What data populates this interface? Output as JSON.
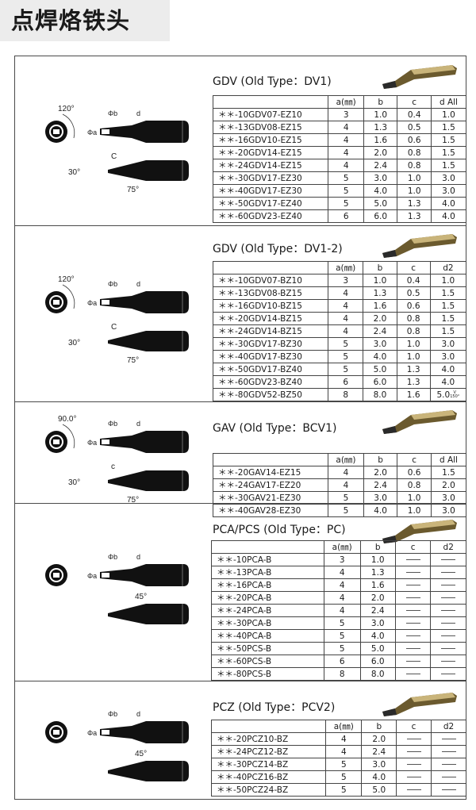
{
  "page_title": "点焊烙铁头",
  "sections": [
    {
      "title": "GDV (Old Type：DV1)",
      "columns": [
        "a(㎜)",
        "b",
        "c",
        "d All"
      ],
      "diagram_labels": {
        "angle_top": "120°",
        "phi_b": "Φb",
        "phi_a": "Φa",
        "d": "d",
        "angle_side": "30°",
        "c": "C",
        "angle_tip": "75°"
      },
      "rows": [
        [
          "＊＊-10GDV07-EZ10",
          "3",
          "1.0",
          "0.4",
          "1.0"
        ],
        [
          "＊＊-13GDV08-EZ15",
          "4",
          "1.3",
          "0.5",
          "1.5"
        ],
        [
          "＊＊-16GDV10-EZ15",
          "4",
          "1.6",
          "0.6",
          "1.5"
        ],
        [
          "＊＊-20GDV14-EZ15",
          "4",
          "2.0",
          "0.8",
          "1.5"
        ],
        [
          "＊＊-24GDV14-EZ15",
          "4",
          "2.4",
          "0.8",
          "1.5"
        ],
        [
          "＊＊-30GDV17-EZ30",
          "5",
          "3.0",
          "1.0",
          "3.0"
        ],
        [
          "＊＊-40GDV17-EZ30",
          "5",
          "4.0",
          "1.0",
          "3.0"
        ],
        [
          "＊＊-50GDV17-EZ40",
          "5",
          "5.0",
          "1.3",
          "4.0"
        ],
        [
          "＊＊-60GDV23-EZ40",
          "6",
          "6.0",
          "1.3",
          "4.0"
        ]
      ]
    },
    {
      "title": "GDV (Old Type：DV1-2)",
      "columns": [
        "a(㎜)",
        "b",
        "c",
        "d2"
      ],
      "diagram_labels": {
        "angle_top": "120°",
        "phi_b": "Φb",
        "phi_a": "Φa",
        "d": "d",
        "angle_side": "30°",
        "c": "C",
        "angle_tip": "75°"
      },
      "rows": [
        [
          "＊＊-10GDV07-BZ10",
          "3",
          "1.0",
          "0.4",
          "1.0"
        ],
        [
          "＊＊-13GDV08-BZ15",
          "4",
          "1.3",
          "0.5",
          "1.5"
        ],
        [
          "＊＊-16GDV10-BZ15",
          "4",
          "1.6",
          "0.6",
          "1.5"
        ],
        [
          "＊＊-20GDV14-BZ15",
          "4",
          "2.0",
          "0.8",
          "1.5"
        ],
        [
          "＊＊-24GDV14-BZ15",
          "4",
          "2.4",
          "0.8",
          "1.5"
        ],
        [
          "＊＊-30GDV17-BZ30",
          "5",
          "3.0",
          "1.0",
          "3.0"
        ],
        [
          "＊＊-40GDV17-BZ30",
          "5",
          "4.0",
          "1.0",
          "3.0"
        ],
        [
          "＊＊-50GDV17-BZ40",
          "5",
          "5.0",
          "1.3",
          "4.0"
        ],
        [
          "＊＊-60GDV23-BZ40",
          "6",
          "6.0",
          "1.3",
          "4.0"
        ],
        [
          "＊＊-80GDV52-BZ50",
          "8",
          "8.0",
          "1.6",
          "5.0"
        ]
      ],
      "last_row_note_top": "V",
      "last_row_note_bottom": "150°"
    },
    {
      "title": "GAV (Old Type：BCV1)",
      "columns": [
        "a(㎜)",
        "b",
        "c",
        "d All"
      ],
      "diagram_labels": {
        "angle_top": "90.0°",
        "phi_b": "Φb",
        "phi_a": "Φa",
        "d": "d",
        "angle_side": "30°",
        "c": "c",
        "angle_tip": "75°"
      },
      "rows": [
        [
          "＊＊-20GAV14-EZ15",
          "4",
          "2.0",
          "0.6",
          "1.5"
        ],
        [
          "＊＊-24GAV17-EZ20",
          "4",
          "2.4",
          "0.8",
          "2.0"
        ],
        [
          "＊＊-30GAV21-EZ30",
          "5",
          "3.0",
          "1.0",
          "3.0"
        ],
        [
          "＊＊-40GAV28-EZ30",
          "5",
          "4.0",
          "1.0",
          "3.0"
        ]
      ]
    },
    {
      "title": "PCA/PCS (Old Type：PC)",
      "columns": [
        "a(㎜)",
        "b",
        "c",
        "d2"
      ],
      "diagram_labels": {
        "phi_b": "Φb",
        "phi_a": "Φa",
        "d": "d",
        "angle_side": "45°"
      },
      "rows": [
        [
          "＊＊-10PCA-B",
          "3",
          "1.0",
          "—",
          "—"
        ],
        [
          "＊＊-13PCA-B",
          "4",
          "1.3",
          "—",
          "—"
        ],
        [
          "＊＊-16PCA-B",
          "4",
          "1.6",
          "—",
          "—"
        ],
        [
          "＊＊-20PCA-B",
          "4",
          "2.0",
          "—",
          "—"
        ],
        [
          "＊＊-24PCA-B",
          "4",
          "2.4",
          "—",
          "—"
        ],
        [
          "＊＊-30PCA-B",
          "5",
          "3.0",
          "—",
          "—"
        ],
        [
          "＊＊-40PCA-B",
          "5",
          "4.0",
          "—",
          "—"
        ],
        [
          "＊＊-50PCS-B",
          "5",
          "5.0",
          "—",
          "—"
        ],
        [
          "＊＊-60PCS-B",
          "6",
          "6.0",
          "—",
          "—"
        ],
        [
          "＊＊-80PCS-B",
          "8",
          "8.0",
          "—",
          "—"
        ]
      ]
    },
    {
      "title": "PCZ (Old Type：PCV2)",
      "columns": [
        "a(㎜)",
        "b",
        "c",
        "d2"
      ],
      "diagram_labels": {
        "phi_b": "Φb",
        "phi_a": "Φa",
        "d": "d",
        "angle_side": "45°"
      },
      "rows": [
        [
          "＊＊-20PCZ10-BZ",
          "4",
          "2.0",
          "—",
          "—"
        ],
        [
          "＊＊-24PCZ12-BZ",
          "4",
          "2.4",
          "—",
          "—"
        ],
        [
          "＊＊-30PCZ14-BZ",
          "5",
          "3.0",
          "—",
          "—"
        ],
        [
          "＊＊-40PCZ16-BZ",
          "5",
          "4.0",
          "—",
          "—"
        ],
        [
          "＊＊-50PCZ24-BZ",
          "5",
          "5.0",
          "—",
          "—"
        ]
      ]
    }
  ]
}
